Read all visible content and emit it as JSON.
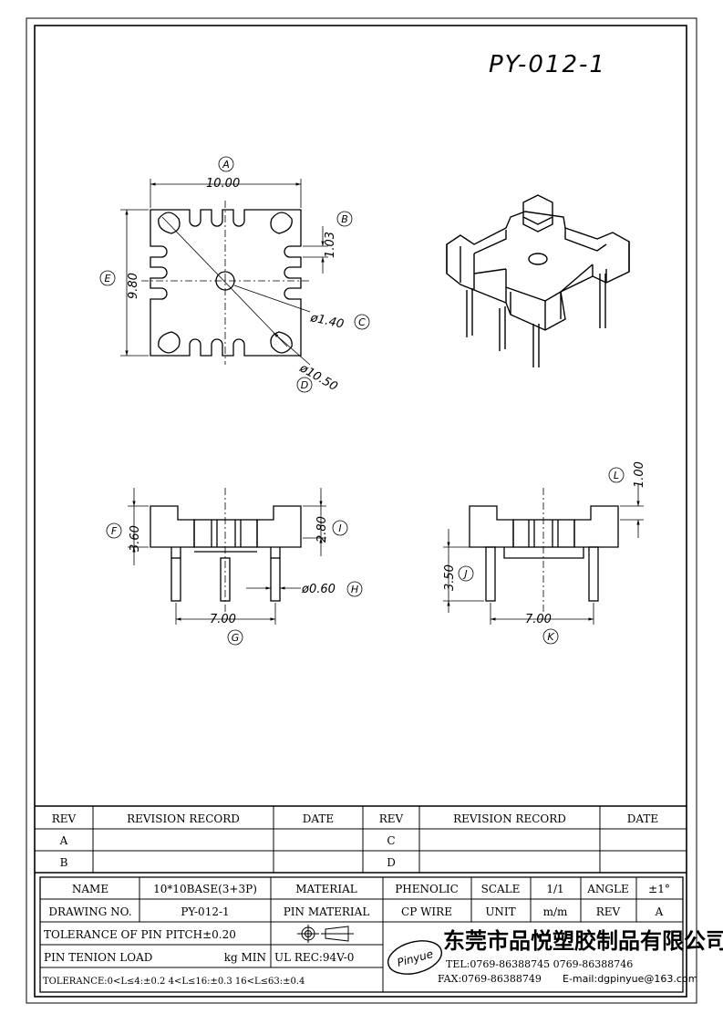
{
  "drawing": {
    "part_number": "PY-012-1",
    "top_view": {
      "width": "10.00",
      "height": "9.80",
      "notch": "1.03",
      "hole_dia": "ø1.40",
      "outer_dia": "ø10.50",
      "labels": {
        "A": "A",
        "B": "B",
        "C": "C",
        "D": "D",
        "E": "E"
      }
    },
    "front_view": {
      "total_height": "3.60",
      "body_height": "2.80",
      "pin_dia": "ø0.60",
      "pin_pitch": "7.00",
      "labels": {
        "F": "F",
        "I": "I",
        "H": "H",
        "G": "G"
      }
    },
    "side_view": {
      "step": "1.00",
      "pin_length": "3.50",
      "pin_pitch": "7.00",
      "labels": {
        "L": "L",
        "J": "J",
        "K": "K"
      }
    }
  },
  "revision_table": {
    "headers": [
      "REV",
      "REVISION RECORD",
      "DATE",
      "REV",
      "REVISION RECORD",
      "DATE"
    ],
    "rows": [
      [
        "A",
        "",
        "",
        "C",
        "",
        ""
      ],
      [
        "B",
        "",
        "",
        "D",
        "",
        ""
      ]
    ]
  },
  "title_block": {
    "name_label": "NAME",
    "name_value": "10*10BASE(3+3P)",
    "material_label": "MATERIAL",
    "material_value": "PHENOLIC",
    "scale_label": "SCALE",
    "scale_value": "1/1",
    "angle_label": "ANGLE",
    "angle_value": "±1°",
    "drawing_no_label": "DRAWING NO.",
    "drawing_no_value": "PY-012-1",
    "pin_material_label": "PIN MATERIAL",
    "pin_material_value": "CP WIRE",
    "unit_label": "UNIT",
    "unit_value": "m/m",
    "rev_label": "REV",
    "rev_value": "A",
    "tolerance_pin_pitch": "TOLERANCE OF PIN PITCH±0.20",
    "pin_tension": "PIN TENION LOAD",
    "pin_tension_value": "kg MIN",
    "ul_rec": "UL REC:94V-0",
    "tolerance_general": "TOLERANCE:0<L≤4:±0.2  4<L≤16:±0.3  16<L≤63:±0.4"
  },
  "company": {
    "logo_text": "Pinyue",
    "name_cn": "东莞市品悦塑胶制品有限公司",
    "tel": "TEL:0769-86388745     0769-86388746",
    "fax": "FAX:0769-86388749",
    "email": "E-mail:dgpinyue@163.com"
  }
}
